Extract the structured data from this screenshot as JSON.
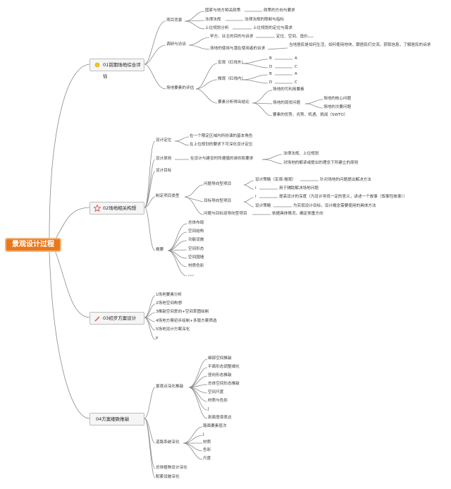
{
  "root": {
    "label": "景观设计过程"
  },
  "branches": {
    "b1": {
      "label": "01前期场地综合评估",
      "icon": "sun-icon",
      "bg": {
        "label": "项目背景",
        "items": [
          "国家与地方相关政策",
          "法律法规",
          "上位规划分析"
        ],
        "leaves": [
          "政策的方向与要求",
          "法律法规的限制与指标",
          "上位规划的定位与需求"
        ]
      },
      "survey": {
        "label": "调研与访谈",
        "items": [
          "甲方、业主的目的与诉求",
          "场地的使用与潜在使用者的诉求"
        ],
        "leaf1": "定位、空间、造价。。。",
        "leaf2": "当地居民是如何生活，如何使用地块，跟居民们交流，获取信息，了解居民的诉求"
      },
      "eval": {
        "label": "场地要素的评估",
        "macro": "宏观（红线外）",
        "micro": "微观（红线内）",
        "abcd": [
          "B",
          "D",
          "B",
          "D"
        ],
        "acac": [
          "A",
          "C",
          "A",
          "C"
        ],
        "analysis": "要素分析得出结论",
        "conc": [
          "场地的可利用要素",
          "场地的现状问题",
          "要素的优势、劣势、机遇、挑战（SWTO）"
        ],
        "problems": [
          "场地的核心问题",
          "场地的次要问题"
        ]
      }
    },
    "b2": {
      "label": "02场地相关构想",
      "icon": "star-icon",
      "pos": {
        "label": "设计定位",
        "items": [
          "在一个限定区域内所扮演的基本角色",
          "在上位规划的要求下可深化设计定位"
        ]
      },
      "principle": {
        "label": "设计原则",
        "item": "在设计与建设时所遵循的准则和要求",
        "leaves": [
          "法律法规、上位规划",
          "对场地的解读或提出的理念下所建立的原则"
        ]
      },
      "goal": {
        "label": "设计目标"
      },
      "type": {
        "label": "制定项目类型",
        "problem": {
          "label": "问题导向型项目",
          "a": "设计策略（宏观-微观）",
          "a_leaf": "针对场地的问题提出解决方法",
          "b": "I",
          "b_leaf": "用于辅助解决场地问题"
        },
        "target": {
          "label": "目标导向型项目",
          "a": "I",
          "a_leaf": "提高设计的深度（为设计寻找一定的意义，讲述一个故事（叙事性故事））",
          "b": "设计策略",
          "b_leaf": "为实现设计目标，设计概念需要使用的具体方法"
        },
        "mixed": {
          "label": "问题与目标双导向型项目",
          "leaf": "依据具体情况，确定侧重方向"
        }
      },
      "concept": {
        "label": "概要",
        "items": [
          "总体布局",
          "空间结构",
          "功能设施",
          "空间形态",
          "空间围墙",
          "材质色彩",
          "。。。"
        ]
      }
    },
    "b3": {
      "label": "03初步方案设计",
      "icon": "pencil-icon",
      "items": [
        "1场地要素分析",
        "2场地空间构想",
        "3推敲空间意向+空间草图绘制",
        "4场地方案初步绘制+多版方案筛选",
        "5场地设计方案深化",
        "P"
      ]
    },
    "b4": {
      "label": "04方案细致推敲",
      "icon": "",
      "node": {
        "label": "景观点深化推敲",
        "items": [
          "细部空间推敲",
          "平面形态调整细化",
          "竖向形态推敲",
          "总体空间形态推敲",
          "空间尺度",
          "材质与色彩",
          "J",
          "剖面意境表达"
        ]
      },
      "road": {
        "label": "道路系统深化",
        "items": [
          "路面要素层次",
          "J",
          "材质",
          "色彩",
          "尺度"
        ]
      },
      "plants": "总体植物设计深化",
      "facilities": "配套设施深化"
    }
  }
}
